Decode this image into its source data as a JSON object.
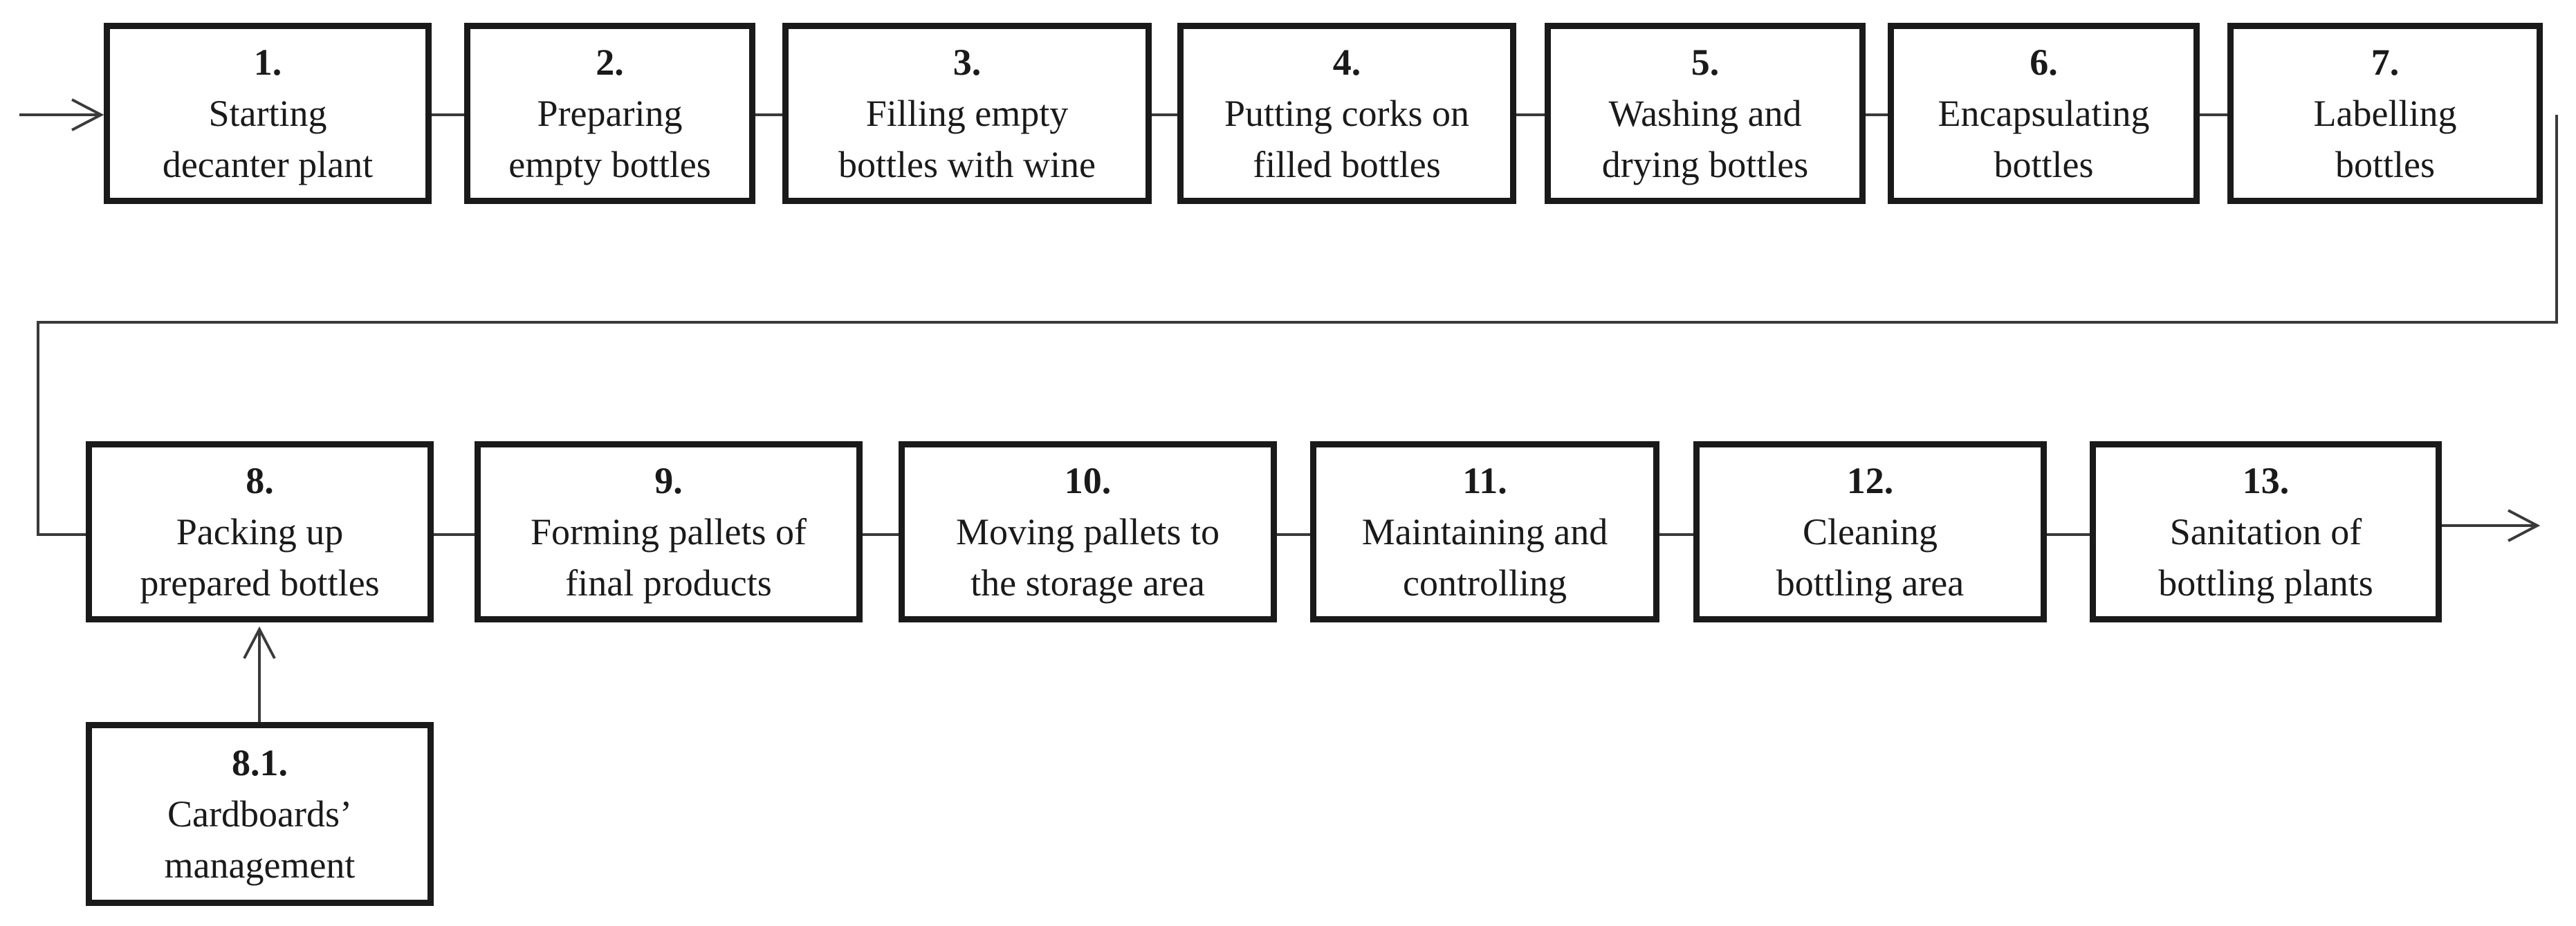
{
  "steps": {
    "s1": {
      "number": "1.",
      "line1": "Starting",
      "line2": "decanter plant"
    },
    "s2": {
      "number": "2.",
      "line1": "Preparing",
      "line2": "empty bottles"
    },
    "s3": {
      "number": "3.",
      "line1": "Filling empty",
      "line2": "bottles with wine"
    },
    "s4": {
      "number": "4.",
      "line1": "Putting corks on",
      "line2": "filled bottles"
    },
    "s5": {
      "number": "5.",
      "line1": "Washing and",
      "line2": "drying bottles"
    },
    "s6": {
      "number": "6.",
      "line1": "Encapsulating",
      "line2": "bottles"
    },
    "s7": {
      "number": "7.",
      "line1": "Labelling",
      "line2": "bottles"
    },
    "s8": {
      "number": "8.",
      "line1": "Packing up",
      "line2": "prepared bottles"
    },
    "s9": {
      "number": "9.",
      "line1": "Forming pallets of",
      "line2": "final products"
    },
    "s10": {
      "number": "10.",
      "line1": "Moving pallets to",
      "line2": "the storage area"
    },
    "s11": {
      "number": "11.",
      "line1": "Maintaining and",
      "line2": "controlling"
    },
    "s12": {
      "number": "12.",
      "line1": "Cleaning",
      "line2": "bottling area"
    },
    "s13": {
      "number": "13.",
      "line1": "Sanitation of",
      "line2": "bottling plants"
    },
    "s8_1": {
      "number": "8.1.",
      "line1": "Cardboards’",
      "line2": "management"
    }
  },
  "colors": {
    "stroke": "#1a1a1a",
    "text": "#1a1a1a",
    "background": "#ffffff"
  }
}
